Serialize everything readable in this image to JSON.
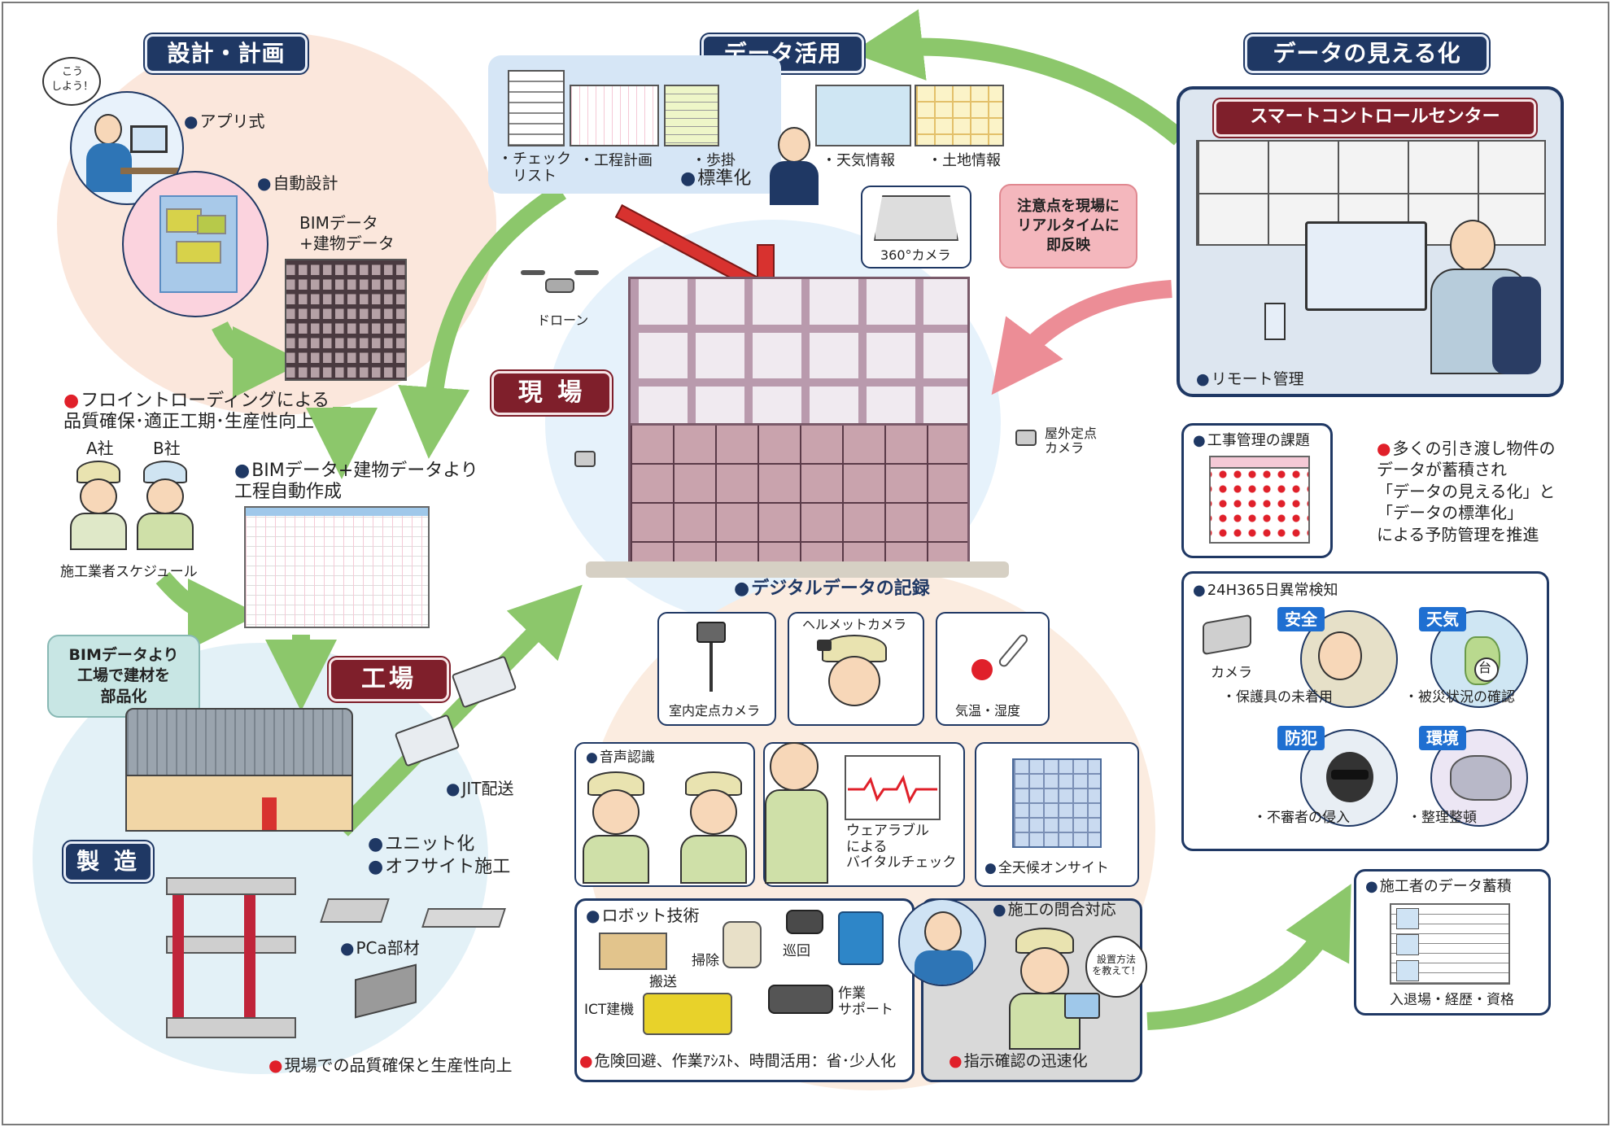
{
  "sections": {
    "design": "設計・計画",
    "data_use": "データ活用",
    "visualize": "データの見える化",
    "site": "現 場",
    "factory": "工場",
    "manufacture": "製 造"
  },
  "design": {
    "speech": "こう\nしよう！",
    "app": "アプリ式",
    "auto_design": "自動設計",
    "bim_label": "BIMデータ\n+建物データ",
    "frontloading": "フロイントローディングによる\n品質確保･適正工期･生産性向上",
    "company_a": "A社",
    "company_b": "B社",
    "contractor_schedule": "施工業者スケジュール",
    "auto_schedule": "BIMデータ+建物データより\n工程自動作成"
  },
  "data_use": {
    "checklist": "・チェック\n　リスト",
    "process_plan": "・工程計画",
    "yield": "・歩掛",
    "standardize": "標準化",
    "weather": "・天気情報",
    "land": "・土地情報"
  },
  "site": {
    "camera360": "360°カメラ",
    "drone": "ドローン",
    "outdoor_camera": "屋外定点\nカメラ",
    "realtime_callout": "注意点を現場に\nリアルタイムに\n即反映",
    "digital_record": "デジタルデータの記録",
    "indoor_camera": "室内定点カメラ",
    "helmet_camera": "ヘルメットカメラ",
    "temp_humidity": "気温・湿度",
    "voice": "音声認識",
    "wearable": "ウェアラブル\nによる\nバイタルチェック",
    "all_weather": "全天候オンサイト",
    "robot": "ロボット技術",
    "transport": "搬送",
    "cleaning": "掃除",
    "patrol": "巡回",
    "ict": "ICT建機",
    "work_support": "作業\nサポート",
    "robot_benefit": "危険回避、作業ｱｼｽﾄ、時間活用：省･少人化",
    "inquiry": "施工の問合対応",
    "speech_install": "設置方法\nを教えて！",
    "instruction": "指示確認の迅速化"
  },
  "factory": {
    "callout": "BIMデータより\n工場で建材を\n部品化",
    "jit": "JIT配送",
    "unit": "ユニット化",
    "offsite": "オフサイト施工",
    "pca": "PCa部材",
    "quality": "現場での品質確保と生産性向上"
  },
  "visualize": {
    "control_center": "スマートコントロールセンター",
    "remote": "リモート管理",
    "issue": "工事管理の課題",
    "preventive": "多くの引き渡し物件の\nデータが蓄積され\n「データの見える化」と\n「データの標準化」\nによる予防管理を推進",
    "anomaly": "24H365日異常検知",
    "camera": "カメラ",
    "safety": "安全",
    "safety_desc": "・保護具の未着用",
    "weather": "天気",
    "weather_desc": "・被災状況の確認",
    "typhoon": "台",
    "security": "防犯",
    "security_desc": "・不審者の侵入",
    "environment": "環境",
    "environment_desc": "・整理整頓",
    "accumulation": "施工者のデータ蓄積",
    "accumulation_desc": "入退場・経歴・資格"
  },
  "colors": {
    "navy": "#1f3864",
    "maroon": "#7f1f2b",
    "green_arrow": "#8cc76b",
    "pink_arrow": "#ec8d96",
    "blue_pill": "#1f6fd1",
    "red_dot": "#e0202a"
  }
}
